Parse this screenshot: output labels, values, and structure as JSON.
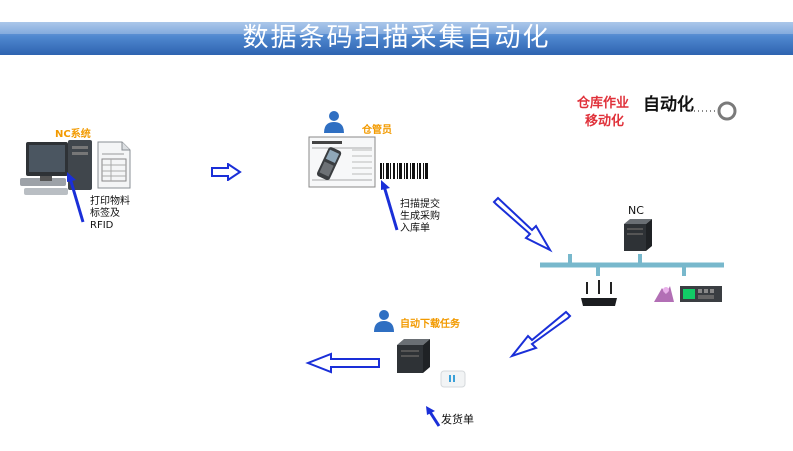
{
  "title": "数据条码扫描采集自动化",
  "top_right": {
    "line1": "仓库作业",
    "line1_emphasis": "自动化",
    "line2": "移动化"
  },
  "nc_system": {
    "label": "NC系统",
    "note_lines": [
      "打印物料",
      "标签及",
      "RFID"
    ]
  },
  "warehouse_keeper": {
    "label": "仓管员",
    "note_lines": [
      "扫描提交",
      "生成采购",
      "入库单"
    ]
  },
  "server": {
    "label": "NC"
  },
  "auto_download": {
    "label": "自动下载任务"
  },
  "shipping": {
    "label": "发货单"
  },
  "colors": {
    "title_bar": "#3a6fbd",
    "orange": "#f29a00",
    "red": "#e0313a",
    "arrow_blue": "#1a2fd8",
    "network_line": "#78b8cc"
  }
}
